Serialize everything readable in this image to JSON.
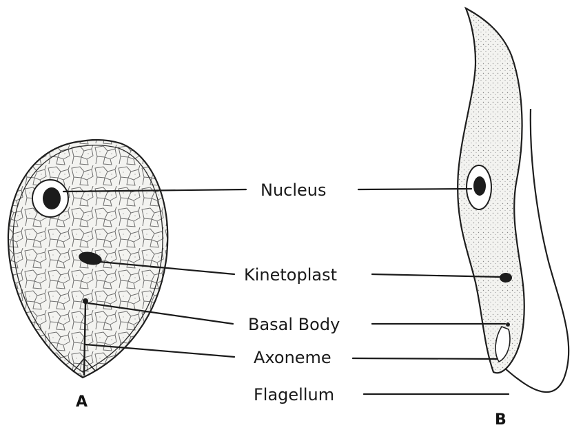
{
  "labels": {
    "nucleus": "Nucleus",
    "kinetoplast": "Kinetoplast",
    "basal_body": "Basal Body",
    "axoneme": "Axoneme",
    "flagellum": "Flagellum"
  },
  "panels": {
    "a": "A",
    "b": "B"
  },
  "colors": {
    "ink": "#1a1a1a",
    "cell_fill": "#f1f1ee",
    "background": "#ffffff"
  }
}
